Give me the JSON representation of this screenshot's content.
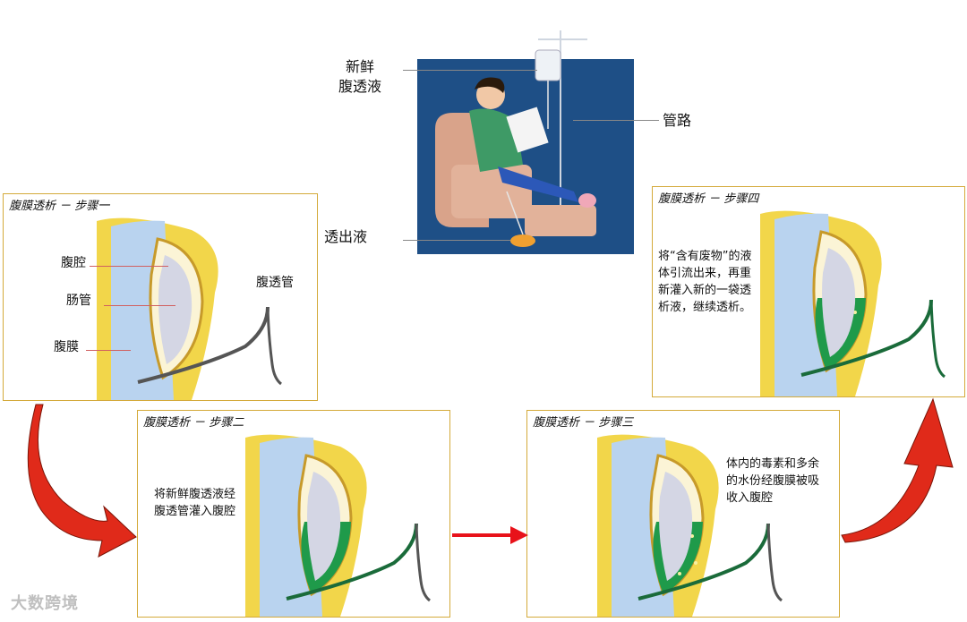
{
  "illustration": {
    "fresh_fluid_label": "新鲜\n腹透液",
    "tubing_label": "管路",
    "outflow_label": "透出液"
  },
  "steps": [
    {
      "title": "腹膜透析 － 步骤一",
      "labels": {
        "cavity": "腹腔",
        "intestine": "肠管",
        "peritoneum": "腹膜",
        "catheter": "腹透管"
      }
    },
    {
      "title": "腹膜透析 － 步骤二",
      "description": "将新鲜腹透液经\n腹透管灌入腹腔"
    },
    {
      "title": "腹膜透析 － 步骤三",
      "description": "体内的毒素和多余\n的水份经腹膜被吸\n收入腹腔"
    },
    {
      "title": "腹膜透析 － 步骤四",
      "description": "将“含有废物”的液\n体引流出来，再重\n新灌入新的一袋透\n析液，继续透析。"
    }
  ],
  "watermark": "大数跨境",
  "colors": {
    "panel_border": "#d4aa3a",
    "arrow_red": "#e02a1a",
    "fluid_green": "#1f9a4a",
    "peritoneum_yellow": "#f2d64a",
    "scene_bg": "#1e4f86"
  }
}
